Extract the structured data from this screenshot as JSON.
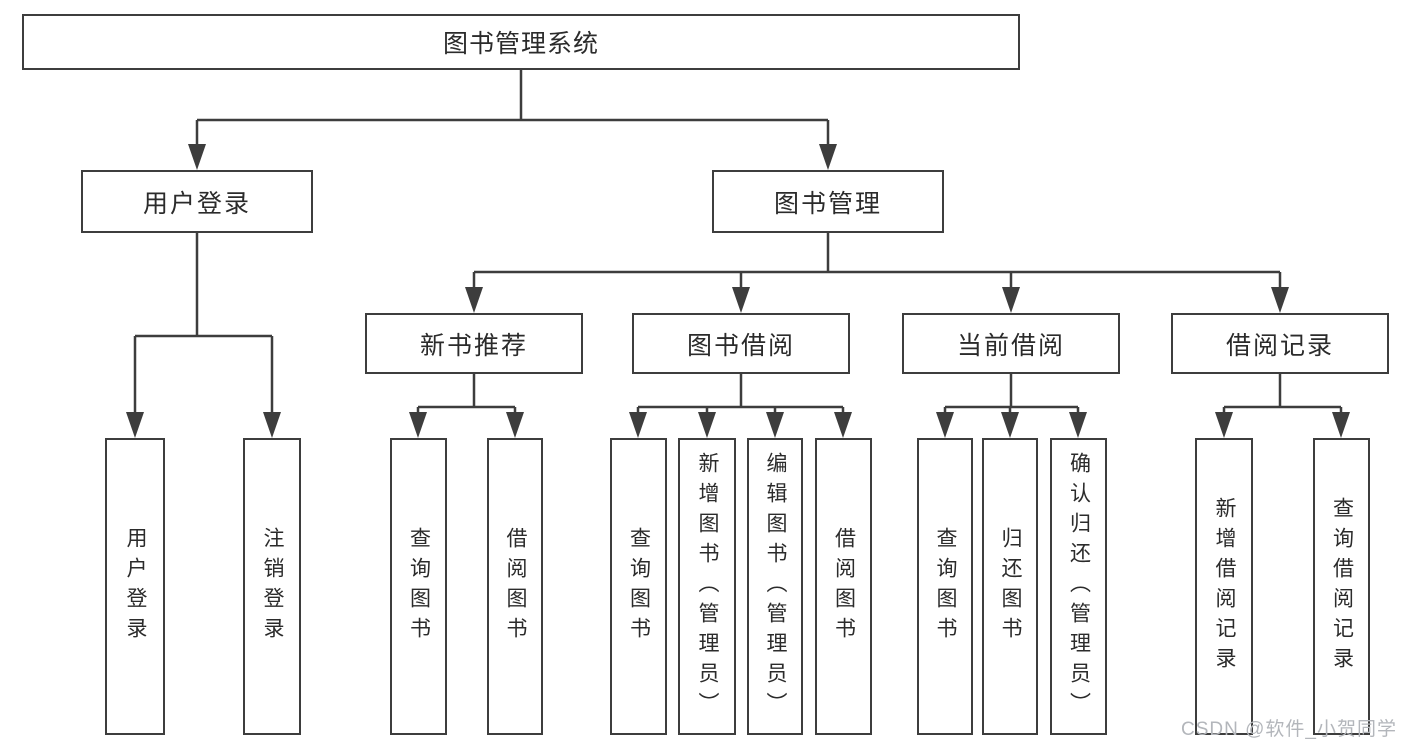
{
  "diagram": {
    "root": {
      "label": "图书管理系统"
    },
    "branches": [
      {
        "label": "用户登录",
        "children": [
          {
            "label": "用户登录"
          },
          {
            "label": "注销登录"
          }
        ]
      },
      {
        "label": "图书管理",
        "groups": [
          {
            "label": "新书推荐",
            "children": [
              {
                "label": "查询图书"
              },
              {
                "label": "借阅图书"
              }
            ]
          },
          {
            "label": "图书借阅",
            "children": [
              {
                "label": "查询图书"
              },
              {
                "label": "新增图书（管理员）"
              },
              {
                "label": "编辑图书（管理员）"
              },
              {
                "label": "借阅图书"
              }
            ]
          },
          {
            "label": "当前借阅",
            "children": [
              {
                "label": "查询图书"
              },
              {
                "label": "归还图书"
              },
              {
                "label": "确认归还（管理员）"
              }
            ]
          },
          {
            "label": "借阅记录",
            "children": [
              {
                "label": "新增借阅记录"
              },
              {
                "label": "查询借阅记录"
              }
            ]
          }
        ]
      }
    ]
  },
  "watermark": {
    "text": "CSDN @软件_小贺同学"
  },
  "colors": {
    "line": "#3d3d3d",
    "text": "#2b2b2b",
    "watermark": "#b3b6bb",
    "background": "#ffffff"
  }
}
